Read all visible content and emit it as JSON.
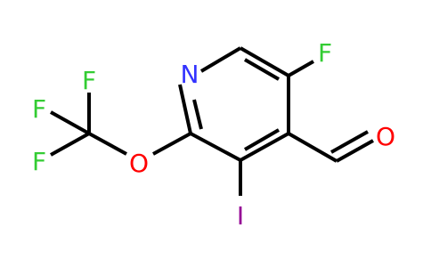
{
  "molecule": {
    "atoms": {
      "nitrogen": {
        "symbol": "N",
        "color": "#3333ff"
      },
      "fluorine_ring": {
        "symbol": "F",
        "color": "#33cc33"
      },
      "oxygen_aldehyde": {
        "symbol": "O",
        "color": "#ff0000"
      },
      "iodine": {
        "symbol": "I",
        "color": "#940094"
      },
      "oxygen_ether": {
        "symbol": "O",
        "color": "#ff0000"
      },
      "fluorine_cf3_top": {
        "symbol": "F",
        "color": "#33cc33"
      },
      "fluorine_cf3_left": {
        "symbol": "F",
        "color": "#33cc33"
      },
      "fluorine_cf3_bottom": {
        "symbol": "F",
        "color": "#33cc33"
      }
    },
    "bond_color": "#000000"
  }
}
